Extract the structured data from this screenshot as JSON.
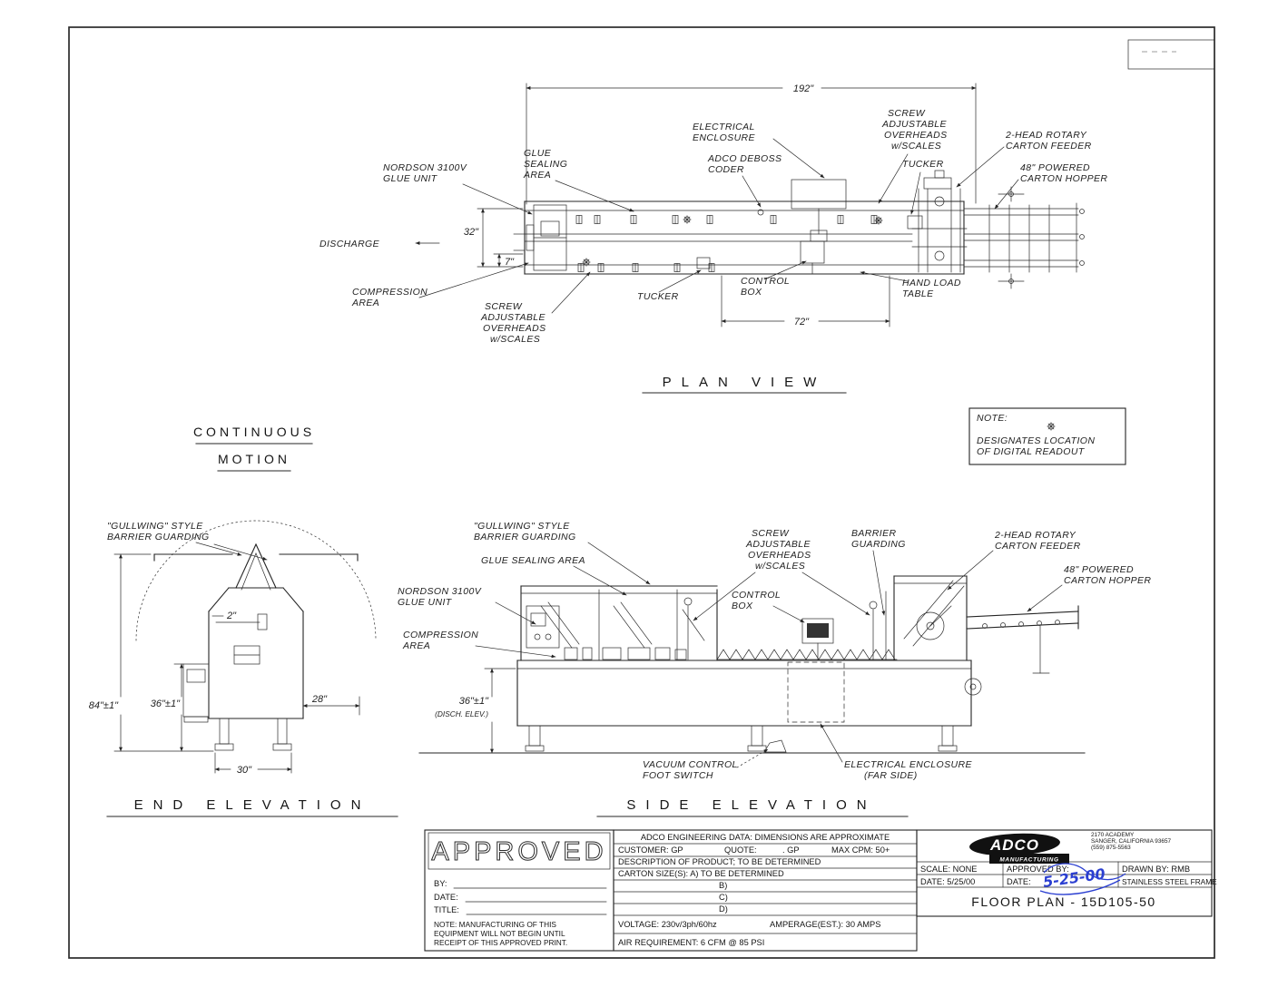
{
  "drawing": {
    "plan_view": {
      "title": "PLAN VIEW",
      "dims": {
        "overall_length": "192\"",
        "width": "32\"",
        "discharge_offset": "7\"",
        "hand_load_length": "72\""
      },
      "labels": {
        "nordson": [
          "NORDSON 3100V",
          "GLUE UNIT"
        ],
        "glue_sealing": [
          "GLUE",
          "SEALING",
          "AREA"
        ],
        "electrical_enclosure": [
          "ELECTRICAL",
          "ENCLOSURE"
        ],
        "deboss_coder": [
          "ADCO DEBOSS",
          "CODER"
        ],
        "screw_overheads_top": [
          "SCREW",
          "ADJUSTABLE",
          "OVERHEADS",
          "w/SCALES"
        ],
        "tucker_top": "TUCKER",
        "rotary_feeder": [
          "2-HEAD ROTARY",
          "CARTON FEEDER"
        ],
        "carton_hopper": [
          "48\" POWERED",
          "CARTON HOPPER"
        ],
        "discharge": "DISCHARGE",
        "compression": [
          "COMPRESSION",
          "AREA"
        ],
        "screw_overheads_bottom": [
          "SCREW",
          "ADJUSTABLE",
          "OVERHEADS",
          "w/SCALES"
        ],
        "tucker_bottom": "TUCKER",
        "control_box": [
          "CONTROL",
          "BOX"
        ],
        "hand_load_table": [
          "HAND LOAD",
          "TABLE"
        ]
      }
    },
    "note_box": {
      "heading": "NOTE:",
      "lines": [
        "DESIGNATES LOCATION",
        "OF DIGITAL READOUT"
      ]
    },
    "motion_note": [
      "CONTINUOUS",
      "MOTION"
    ],
    "end_elevation": {
      "title": "END ELEVATION",
      "labels": {
        "gullwing": [
          "\"GULLWING\" STYLE",
          "BARRIER GUARDING"
        ]
      },
      "dims": {
        "height_overall": "84\"±1\"",
        "rod": "2\"",
        "discharge_height": "36\"±1\"",
        "depth_upper": "28\"",
        "base_width": "30\""
      }
    },
    "side_elevation": {
      "title": "SIDE ELEVATION",
      "labels": {
        "gullwing": [
          "\"GULLWING\" STYLE",
          "BARRIER GUARDING"
        ],
        "glue_sealing": "GLUE SEALING AREA",
        "nordson": [
          "NORDSON 3100V",
          "GLUE UNIT"
        ],
        "compression": [
          "COMPRESSION",
          "AREA"
        ],
        "screw_overheads": [
          "SCREW",
          "ADJUSTABLE",
          "OVERHEADS",
          "w/SCALES"
        ],
        "control_box": [
          "CONTROL",
          "BOX"
        ],
        "barrier_guarding": [
          "BARRIER",
          "GUARDING"
        ],
        "rotary_feeder": [
          "2-HEAD ROTARY",
          "CARTON FEEDER"
        ],
        "carton_hopper": [
          "48\" POWERED",
          "CARTON HOPPER"
        ],
        "vacuum_switch": [
          "VACUUM CONTROL",
          "FOOT SWITCH"
        ],
        "electrical_far": [
          "ELECTRICAL ENCLOSURE",
          "(FAR SIDE)"
        ]
      },
      "dims": {
        "discharge_height": "36\"±1\"",
        "discharge_note": "(DISCH. ELEV.)"
      }
    },
    "title_block": {
      "approved_stamp": "APPROVED",
      "by_label": "BY:",
      "date_label": "DATE:",
      "title_label": "TITLE:",
      "note_lines": [
        "NOTE: MANUFACTURING OF THIS",
        "EQUIPMENT WILL NOT BEGIN UNTIL",
        "RECEIPT OF THIS APPROVED PRINT."
      ],
      "engineering": {
        "header": "ADCO ENGINEERING DATA: DIMENSIONS ARE APPROXIMATE",
        "customer": "CUSTOMER: GP",
        "quote_label": "QUOTE:",
        "quote_value": ". GP",
        "max_cpm": "MAX CPM: 50+",
        "description": "DESCRIPTION OF PRODUCT; TO BE DETERMINED",
        "carton_a": "CARTON SIZE(S): A) TO BE DETERMINED",
        "carton_b": "B)",
        "carton_c": "C)",
        "carton_d": "D)",
        "voltage": "VOLTAGE: 230v/3ph/60hz",
        "amperage": "AMPERAGE(EST.): 30 AMPS",
        "air": "AIR REQUIREMENT: 6 CFM @ 85 PSI"
      },
      "company": {
        "name": "ADCO",
        "division": "MANUFACTURING",
        "address": [
          "2170 ACADEMY",
          "SANGER, CALIFORNIA 93657",
          "(559) 875-5563"
        ]
      },
      "fields": {
        "scale": "SCALE: NONE",
        "approved_by": "APPROVED BY:",
        "drawn_by": "DRAWN BY: RMB",
        "date": "DATE: 5/25/00",
        "approval_date_label": "DATE:",
        "signature": "5-25-00",
        "frame": "STAINLESS STEEL FRAME",
        "drawing_title": "FLOOR PLAN - 15D105-50"
      }
    }
  }
}
